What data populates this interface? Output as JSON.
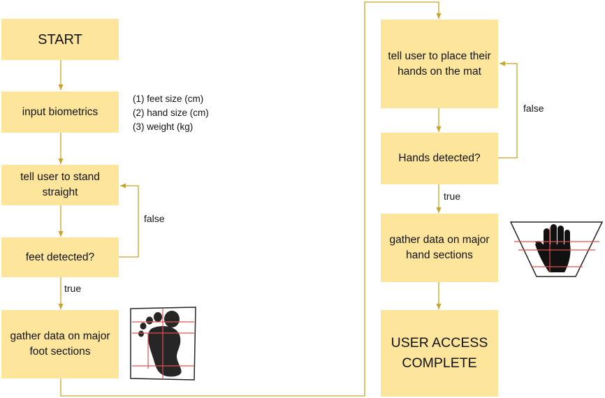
{
  "flow_left": {
    "start": "START",
    "input": "input biometrics",
    "stand": "tell user to stand straight",
    "feet_check": "feet detected?",
    "gather_foot": "gather data on major foot sections"
  },
  "biometrics_list": [
    "(1) feet size (cm)",
    "(2) hand size (cm)",
    "(3) weight (kg)"
  ],
  "flow_right": {
    "place_hands": "tell user to place their hands on the mat",
    "hands_check": "Hands detected?",
    "gather_hand": "gather data on major hand sections",
    "complete": "USER ACCESS COMPLETE"
  },
  "edge_labels": {
    "feet_false": "false",
    "feet_true": "true",
    "hands_false": "false",
    "hands_true": "true"
  },
  "colors": {
    "box_fill": "#fde59c",
    "connector": "#c9a227",
    "guide_line": "#e05050"
  },
  "icons": {
    "foot": "foot-scan-icon",
    "hand": "hand-scan-icon"
  }
}
